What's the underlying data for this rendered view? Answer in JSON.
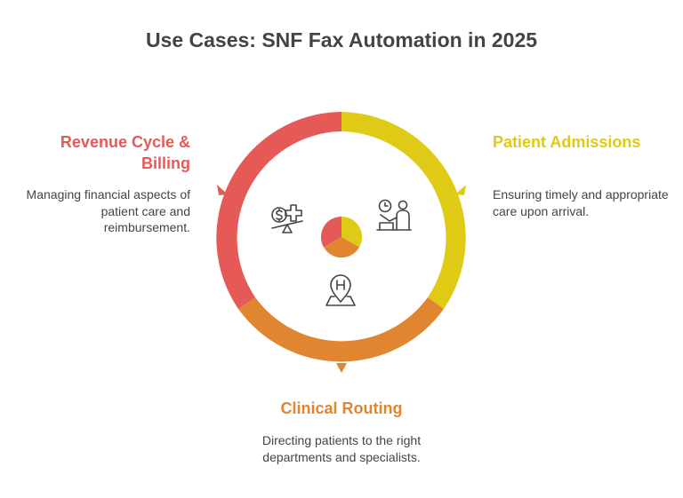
{
  "title": "Use Cases: SNF Fax Automation in 2025",
  "colors": {
    "revenue": "#E55A56",
    "patient": "#DFCB16",
    "clinical": "#E08530",
    "text": "#444444",
    "icon": "#444444"
  },
  "segments": [
    {
      "id": "revenue",
      "heading": "Revenue Cycle & Billing",
      "description": "Managing financial aspects of patient care and reimbursement.",
      "icon": "dollar-medical-scale-icon",
      "color": "#E55A56"
    },
    {
      "id": "patient",
      "heading": "Patient Admissions",
      "description": "Ensuring timely and appropriate care upon arrival.",
      "icon": "patient-reception-icon",
      "color": "#DFCB16"
    },
    {
      "id": "clinical",
      "heading": "Clinical Routing",
      "description": "Directing patients to the right departments and specialists.",
      "icon": "hospital-location-icon",
      "color": "#E08530"
    }
  ]
}
